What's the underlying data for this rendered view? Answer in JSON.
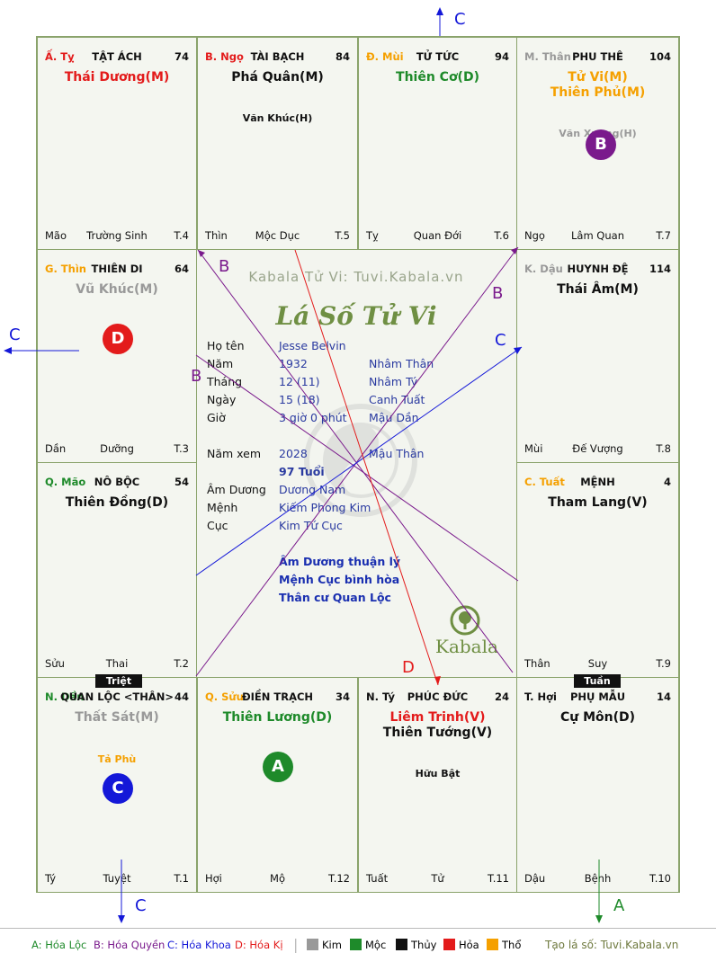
{
  "watermark": "Kabala Tử Vi: Tuvi.Kabala.vn",
  "chart_title": "Lá Số Tử Vi",
  "logo_text": "Kabala",
  "palaces": [
    {
      "id": "ty",
      "can": "Ấ. Tỵ",
      "can_color": "#e31b1b",
      "name": "TẬT ÁCH",
      "num": "74",
      "main": [
        {
          "t": "Thái Dương(M)",
          "c": "#e31b1b"
        }
      ],
      "minor": [],
      "footer": [
        "Mão",
        "Trường Sinh",
        "T.4"
      ]
    },
    {
      "id": "ngo",
      "can": "B. Ngọ",
      "can_color": "#e31b1b",
      "name": "TÀI BẠCH",
      "num": "84",
      "main": [
        {
          "t": "Phá Quân(M)",
          "c": "#111111"
        }
      ],
      "minor": [
        {
          "t": "Văn Khúc(H)",
          "c": "#111111"
        }
      ],
      "footer": [
        "Thìn",
        "Mộc Dục",
        "T.5"
      ]
    },
    {
      "id": "mui",
      "can": "Đ. Mùi",
      "can_color": "#f5a000",
      "name": "TỬ TỨC",
      "num": "94",
      "main": [
        {
          "t": "Thiên Cơ(D)",
          "c": "#1e8a2a"
        }
      ],
      "minor": [],
      "footer": [
        "Tỵ",
        "Quan Đới",
        "T.6"
      ]
    },
    {
      "id": "than",
      "can": "M. Thân",
      "can_color": "#999999",
      "name": "PHU THÊ",
      "num": "104",
      "main": [
        {
          "t": "Tử Vi(M)",
          "c": "#f5a000"
        },
        {
          "t": "Thiên Phủ(M)",
          "c": "#f5a000"
        }
      ],
      "minor": [
        {
          "t": "Văn Xương(H)",
          "c": "#999999"
        }
      ],
      "footer": [
        "Ngọ",
        "Lâm Quan",
        "T.7"
      ]
    },
    {
      "id": "thin",
      "can": "G. Thìn",
      "can_color": "#f5a000",
      "name": "THIÊN DI",
      "num": "64",
      "main": [
        {
          "t": "Vũ Khúc(M)",
          "c": "#999999"
        }
      ],
      "minor": [],
      "footer": [
        "Dần",
        "Dưỡng",
        "T.3"
      ]
    },
    {
      "id": "dau",
      "can": "K. Dậu",
      "can_color": "#999999",
      "name": "HUYNH ĐỆ",
      "num": "114",
      "main": [
        {
          "t": "Thái Âm(M)",
          "c": "#111111"
        }
      ],
      "minor": [],
      "footer": [
        "Mùi",
        "Đế Vượng",
        "T.8"
      ]
    },
    {
      "id": "mao",
      "can": "Q. Mão",
      "can_color": "#1e8a2a",
      "name": "NÔ BỘC",
      "num": "54",
      "main": [
        {
          "t": "Thiên Đồng(D)",
          "c": "#111111"
        }
      ],
      "minor": [],
      "footer": [
        "Sửu",
        "Thai",
        "T.2"
      ]
    },
    {
      "id": "tuat",
      "can": "C. Tuất",
      "can_color": "#f5a000",
      "name": "MỆNH",
      "num": "4",
      "main": [
        {
          "t": "Tham Lang(V)",
          "c": "#111111"
        }
      ],
      "minor": [],
      "footer": [
        "Thân",
        "Suy",
        "T.9"
      ]
    },
    {
      "id": "dan",
      "can": "N. Dần",
      "can_color": "#1e8a2a",
      "name": "QUAN LỘC <THÂN>",
      "num": "44",
      "main": [
        {
          "t": "Thất Sát(M)",
          "c": "#999999"
        }
      ],
      "minor": [
        {
          "t": "Tả Phù",
          "c": "#f5a000"
        }
      ],
      "footer": [
        "Tý",
        "Tuyệt",
        "T.1"
      ]
    },
    {
      "id": "suu",
      "can": "Q. Sửu",
      "can_color": "#f5a000",
      "name": "ĐIỀN TRẠCH",
      "num": "34",
      "main": [
        {
          "t": "Thiên Lương(D)",
          "c": "#1e8a2a"
        }
      ],
      "minor": [],
      "footer": [
        "Hợi",
        "Mộ",
        "T.12"
      ]
    },
    {
      "id": "ti",
      "can": "N. Tý",
      "can_color": "#111111",
      "name": "PHÚC ĐỨC",
      "num": "24",
      "main": [
        {
          "t": "Liêm Trinh(V)",
          "c": "#e31b1b"
        },
        {
          "t": "Thiên Tướng(V)",
          "c": "#111111"
        }
      ],
      "minor": [
        {
          "t": "Hữu Bật",
          "c": "#111111"
        }
      ],
      "footer": [
        "Tuất",
        "Tử",
        "T.11"
      ]
    },
    {
      "id": "hoi",
      "can": "T. Hợi",
      "can_color": "#111111",
      "name": "PHỤ MẪU",
      "num": "14",
      "main": [
        {
          "t": "Cự Môn(D)",
          "c": "#111111"
        }
      ],
      "minor": [],
      "footer": [
        "Dậu",
        "Bệnh",
        "T.10"
      ]
    }
  ],
  "markers": [
    {
      "palace": "than",
      "letter": "B",
      "color": "#7a1a8c"
    },
    {
      "palace": "thin",
      "letter": "D",
      "color": "#e31b1b"
    },
    {
      "palace": "suu",
      "letter": "A",
      "color": "#1e8a2a"
    },
    {
      "palace": "dan",
      "letter": "C",
      "color": "#1418d8"
    }
  ],
  "tags": {
    "triet": "Triệt",
    "tuan": "Tuần"
  },
  "info": {
    "ho_ten_label": "Họ tên",
    "ho_ten": "Jesse Belvin",
    "nam_label": "Năm",
    "nam": "1932",
    "nam_can": "Nhâm Thân",
    "thang_label": "Tháng",
    "thang": "12  (11)",
    "thang_can": "Nhâm Tý",
    "ngay_label": "Ngày",
    "ngay": "15  (18)",
    "ngay_can": "Canh Tuất",
    "gio_label": "Giờ",
    "gio": "3 giờ 0 phút",
    "gio_can": "Mậu Dần",
    "nam_xem_label": "Năm xem",
    "nam_xem": "2028",
    "nam_xem_can": "Mậu Thân",
    "tuoi": "97 Tuổi",
    "am_duong_label": "Âm Dương",
    "am_duong": "Dương Nam",
    "menh_label": "Mệnh",
    "menh": "Kiếm Phong Kim",
    "cuc_label": "Cục",
    "cuc": "Kim Tứ Cục",
    "stmt1": "Âm Dương thuận lý",
    "stmt2": "Mệnh Cục bình hòa",
    "stmt3": "Thân cư Quan Lộc"
  },
  "line_labels": {
    "b1": "B",
    "b2": "B",
    "b3": "B",
    "c1": "C",
    "c2": "C",
    "c3": "C",
    "c4": "C",
    "d1": "D",
    "a1": "A"
  },
  "line_colors": {
    "A": "#1e8a2a",
    "B": "#7a1a8c",
    "C": "#1418d8",
    "D": "#e31b1b"
  },
  "legend": {
    "a": "A: Hóa Lộc",
    "b": "B: Hóa Quyền",
    "c": "C: Hóa Khoa",
    "d": "D: Hóa Kị",
    "kim": "Kim",
    "moc": "Mộc",
    "thuy": "Thủy",
    "hoa": "Hỏa",
    "tho": "Thổ",
    "site": "Tạo lá số: Tuvi.Kabala.vn"
  },
  "element_colors": {
    "kim": "#999999",
    "moc": "#1e8a2a",
    "thuy": "#111111",
    "hoa": "#e31b1b",
    "tho": "#f5a000"
  }
}
